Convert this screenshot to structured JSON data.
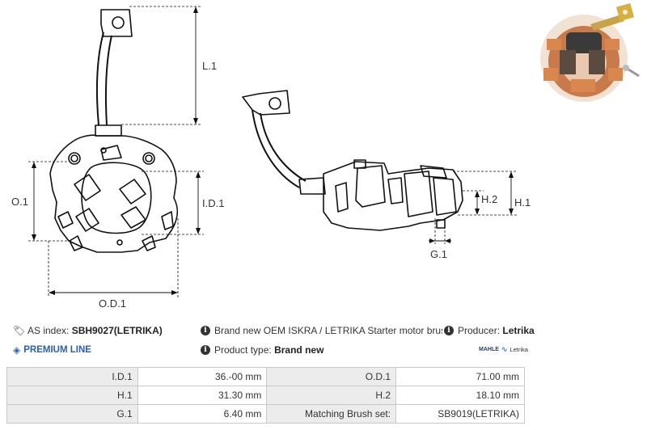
{
  "dimensions": {
    "l1": "L.1",
    "o1": "O.1",
    "i1": "I.D.1",
    "od1": "O.D.1",
    "h1": "H.1",
    "h2": "H.2",
    "g1": "G.1"
  },
  "info": {
    "as_index_label": "AS index:",
    "as_index_value": "SBH9027(LETRIKA)",
    "description": "Brand new OEM ISKRA / LETRIKA Starter motor brush holde",
    "producer_label": "Producer:",
    "producer_value": "Letrika",
    "premium": "PREMIUM LINE",
    "product_type_label": "Product type:",
    "product_type_value": "Brand new",
    "logo_mahle": "MAHLE",
    "logo_letrika": "Letrika"
  },
  "specs": [
    {
      "label1": "I.D.1",
      "value1": "36.-00 mm",
      "label2": "O.D.1",
      "value2": "71.00 mm"
    },
    {
      "label1": "H.1",
      "value1": "31.30 mm",
      "label2": "H.2",
      "value2": "18.10 mm"
    },
    {
      "label1": "G.1",
      "value1": "6.40 mm",
      "label2": "Matching Brush set:",
      "value2": "SB9019(LETRIKA)"
    }
  ]
}
